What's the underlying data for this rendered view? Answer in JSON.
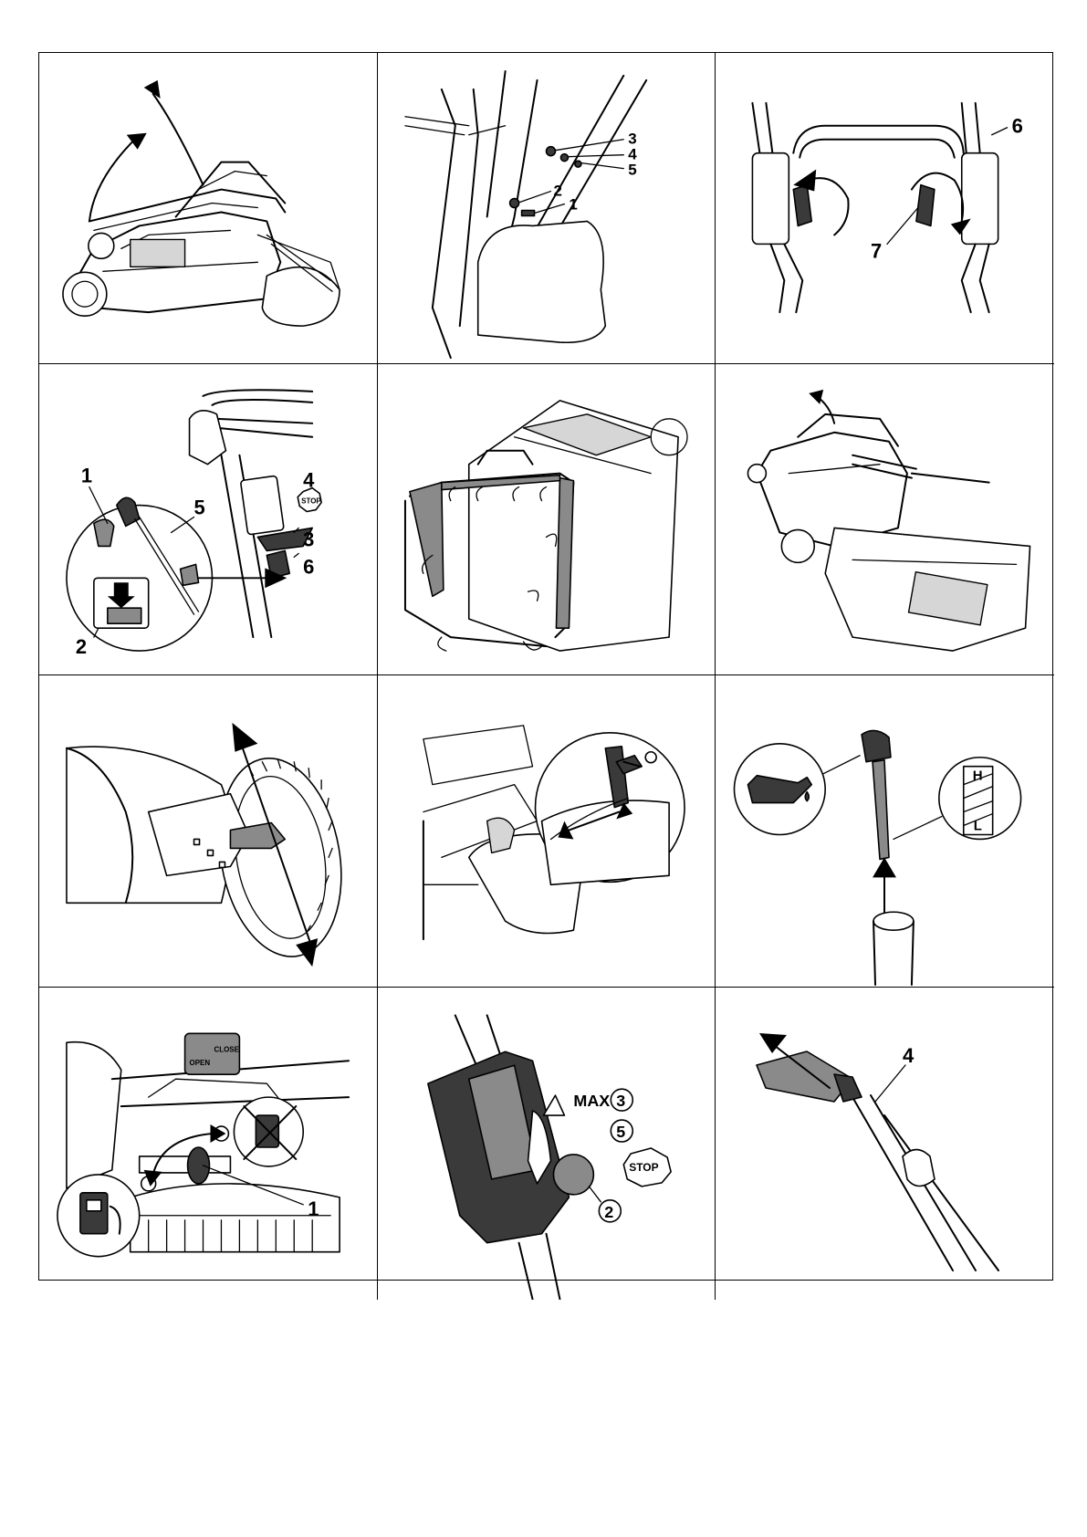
{
  "figures": [
    {
      "id": "fig-1",
      "callouts": []
    },
    {
      "id": "fig-2",
      "callouts": [
        "3",
        "4",
        "5",
        "2",
        "1"
      ]
    },
    {
      "id": "fig-3",
      "callouts": [
        "6",
        "7"
      ]
    },
    {
      "id": "fig-4",
      "callouts": [
        "1",
        "5",
        "4",
        "3",
        "6",
        "2"
      ],
      "stop_sign": "STOP"
    },
    {
      "id": "fig-5",
      "callouts": []
    },
    {
      "id": "fig-6",
      "callouts": []
    },
    {
      "id": "fig-7",
      "callouts": []
    },
    {
      "id": "fig-8",
      "callouts": []
    },
    {
      "id": "fig-9",
      "callouts": [],
      "dipstick_marks": [
        "H",
        "L"
      ]
    },
    {
      "id": "fig-10",
      "callouts": [
        "1"
      ],
      "decal": {
        "close": "CLOSE",
        "open": "OPEN"
      }
    },
    {
      "id": "fig-11",
      "callouts": [
        "3",
        "5",
        "2"
      ],
      "max_label": "MAX",
      "stop_sign": "STOP"
    },
    {
      "id": "fig-12",
      "callouts": [
        "4"
      ]
    }
  ],
  "colors": {
    "line": "#000000",
    "shade": "#8a8a8a",
    "dark": "#3a3a3a",
    "paper": "#ffffff"
  }
}
